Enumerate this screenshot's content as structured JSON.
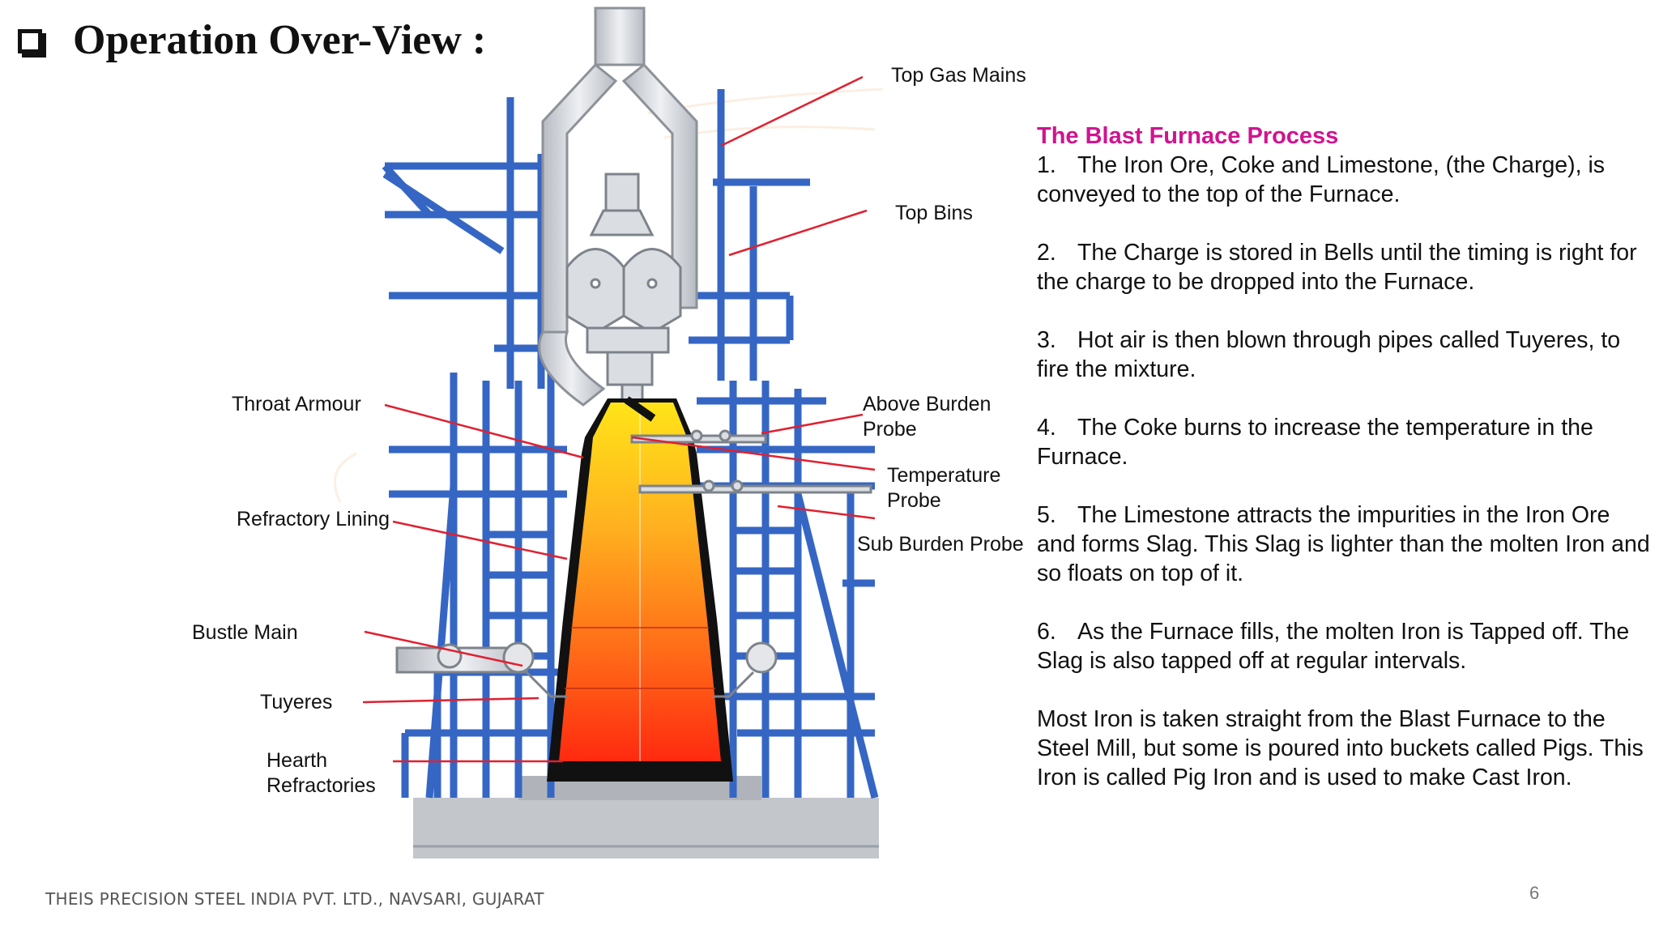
{
  "title": "Operation Over-View :",
  "diagram_labels": {
    "top_gas_mains": "Top Gas Mains",
    "top_bins": "Top Bins",
    "throat_armour": "Throat Armour",
    "above_burden_probe_line1": "Above Burden",
    "above_burden_probe_line2": "Probe",
    "temperature_probe_line1": "Temperature",
    "temperature_probe_line2": "Probe",
    "refractory_lining": "Refractory Lining",
    "sub_burden_probe": "Sub Burden Probe",
    "bustle_main": "Bustle Main",
    "tuyeres": "Tuyeres",
    "hearth_refractories_line1": "Hearth",
    "hearth_refractories_line2": "Refractories"
  },
  "process": {
    "title": "The Blast Furnace Process",
    "steps": [
      {
        "num": "1.",
        "text": "The Iron Ore, Coke and Limestone, (the Charge), is conveyed to the top of the Furnace."
      },
      {
        "num": "2.",
        "text": "The Charge is stored in Bells until the timing is right for the charge to be dropped into the Furnace."
      },
      {
        "num": "3.",
        "text": "Hot air is then blown through pipes called Tuyeres, to fire the mixture."
      },
      {
        "num": "4.",
        "text": "The Coke burns to increase the temperature in the Furnace."
      },
      {
        "num": "5.",
        "text": "The Limestone attracts the impurities in the Iron Ore and forms Slag. This Slag is lighter than the molten Iron and so floats on top of it."
      },
      {
        "num": "6.",
        "text": "As the Furnace fills, the molten Iron is Tapped off. The Slag is also tapped off at regular intervals."
      }
    ],
    "closing": "Most Iron is taken straight from the Blast Furnace to the Steel Mill, but some is poured into buckets called Pigs. This Iron is called Pig Iron and is used to make Cast Iron."
  },
  "footer": "THEIS PRECISION STEEL INDIA PVT. LTD., NAVSARI, GUJARAT",
  "page_number": "6",
  "colors": {
    "steel_frame": "#3566c4",
    "pipe": "#d5d8dd",
    "leader_line": "#e02030",
    "heading_accent": "#d0148f",
    "furnace_top": "#ffe418",
    "furnace_bottom": "#ff2a10",
    "foundation": "#b8bcc2"
  }
}
